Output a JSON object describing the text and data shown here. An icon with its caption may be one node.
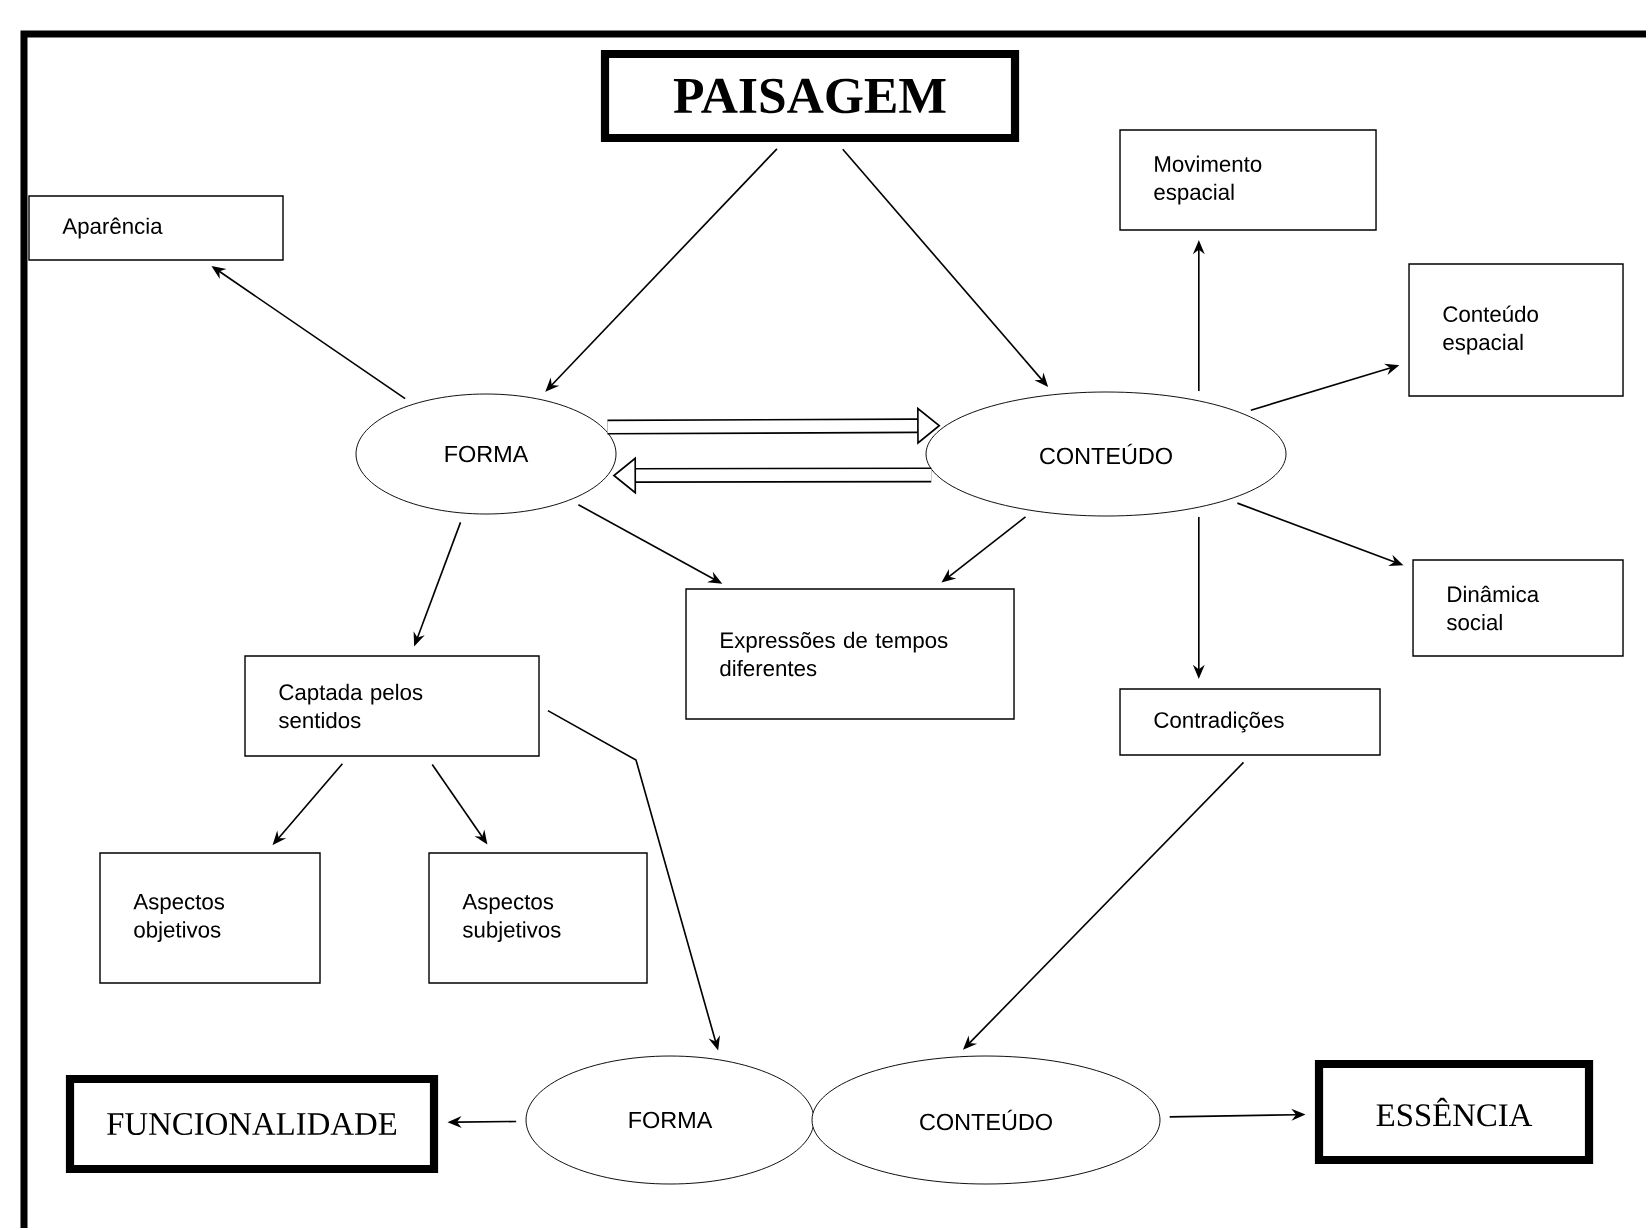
{
  "diagram": {
    "nodes": [
      {
        "text": [
          "PAISAGEM"
        ]
      },
      {
        "text": [
          "Movimento espacial"
        ]
      },
      {
        "text": [
          "Aparência"
        ]
      },
      {
        "text": [
          "Conteúdo espacial"
        ]
      },
      {
        "text": [
          "FORMA"
        ]
      },
      {
        "text": [
          "CONTEÚDO"
        ]
      },
      {
        "text": [
          "Dinâmica social"
        ]
      },
      {
        "text": [
          "Expressões de tempos diferentes"
        ]
      },
      {
        "text": [
          "Captada pelos sentidos"
        ]
      },
      {
        "text": [
          "Contradições"
        ]
      },
      {
        "text": [
          "Aspectos objetivos"
        ]
      },
      {
        "text": [
          "Aspectos subjetivos"
        ]
      },
      {
        "text": [
          "FUNCIONALIDADE"
        ]
      },
      {
        "text": [
          "FORMA"
        ]
      },
      {
        "text": [
          "CONTEÚDO"
        ]
      },
      {
        "text": [
          "ESSÊNCIA"
        ]
      }
    ],
    "edges": [
      {
        "from": 0,
        "to": 4,
        "arrow": "to"
      },
      {
        "from": 0,
        "to": 5,
        "arrow": "to"
      },
      {
        "from": 4,
        "to": 2,
        "arrow": "to"
      },
      {
        "from": 5,
        "to": 1,
        "arrow": "to"
      },
      {
        "from": 5,
        "to": 3,
        "arrow": "to"
      },
      {
        "from": 5,
        "to": 6,
        "arrow": "to"
      },
      {
        "from": 5,
        "to": 9,
        "arrow": "to"
      },
      {
        "from": 4,
        "to": 7,
        "arrow": "to"
      },
      {
        "from": 5,
        "to": 7,
        "arrow": "to"
      },
      {
        "from": 4,
        "to": 5,
        "arrow": "to",
        "style": "thick"
      },
      {
        "from": 5,
        "to": 4,
        "arrow": "to",
        "style": "thick"
      },
      {
        "from": 4,
        "to": 8,
        "arrow": "to"
      },
      {
        "from": 8,
        "to": 10,
        "arrow": "to"
      },
      {
        "from": 8,
        "to": 11,
        "arrow": "to"
      },
      {
        "from": 8,
        "to": 13,
        "arrow": "to"
      },
      {
        "from": 9,
        "to": 14,
        "arrow": "to"
      },
      {
        "from": 13,
        "to": 12,
        "arrow": "to"
      },
      {
        "from": 14,
        "to": 15,
        "arrow": "to"
      }
    ]
  }
}
